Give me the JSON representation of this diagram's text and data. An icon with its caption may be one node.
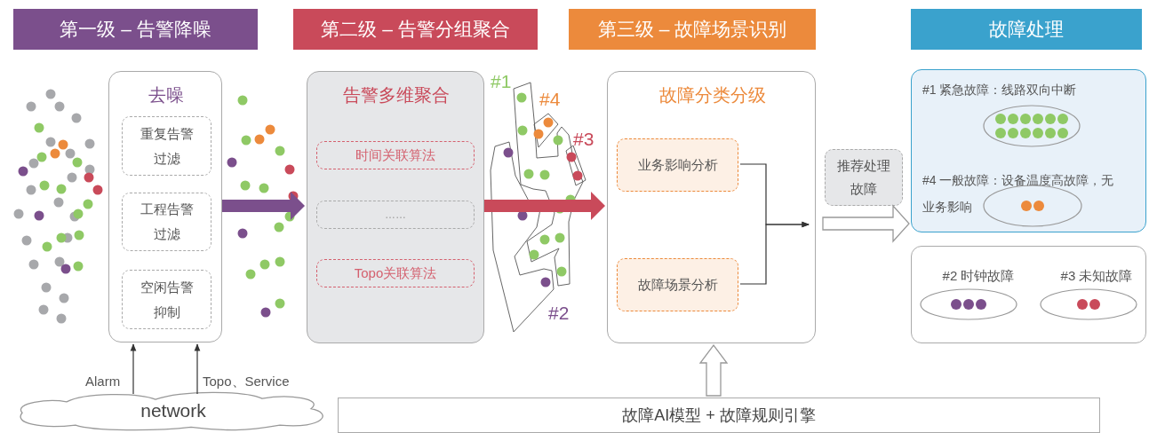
{
  "diagram": {
    "nodes": [
      {
        "text": [
          "第一级 – 告警降噪"
        ]
      },
      {
        "text": [
          "第二级 – 告警分组聚合"
        ]
      },
      {
        "text": [
          "第三级 – 故障场景识别"
        ]
      },
      {
        "text": [
          "故障处理"
        ]
      },
      {
        "text": [
          "去噪"
        ]
      },
      {
        "text": [
          "重复告警过滤"
        ],
        "in": 4
      },
      {
        "text": [
          "工程告警过滤"
        ],
        "in": 4
      },
      {
        "text": [
          "空闲告警抑制"
        ],
        "in": 4
      },
      {
        "text": [
          "告警多维聚合"
        ]
      },
      {
        "text": [
          "时间关联算法"
        ],
        "in": 8
      },
      {
        "text": [
          "……"
        ],
        "in": 8
      },
      {
        "text": [
          "Topo关联算法"
        ],
        "in": 8
      },
      {
        "text": [
          "故障分类分级"
        ]
      },
      {
        "text": [
          "业务影响分析"
        ],
        "in": 12
      },
      {
        "text": [
          "故障场景分析"
        ],
        "in": 12
      },
      {
        "text": [
          "推荐处理故障"
        ]
      },
      {
        "text": [
          "#1 紧急故障：线路双向中断",
          "#4 一般故障：设备温度高故障，无业务影响"
        ]
      },
      {
        "text": [
          "#2 时钟故障",
          "#3 未知故障"
        ]
      },
      {
        "text": [
          "network"
        ]
      },
      {
        "text": [
          "故障AI模型 + 故障规则引擎"
        ]
      }
    ],
    "edges": [
      {
        "from": 18,
        "to": 4,
        "arrow": "to",
        "label": "Alarm"
      },
      {
        "from": 18,
        "to": 4,
        "arrow": "to",
        "label": "Topo、Service"
      },
      {
        "from": 4,
        "to": 8,
        "arrow": "to",
        "style": "thick",
        "color": "#7b4f8c"
      },
      {
        "from": 8,
        "to": 12,
        "arrow": "to",
        "style": "thick",
        "color": "#c94a5a"
      },
      {
        "from": 13,
        "to": null,
        "arrow": "to"
      },
      {
        "from": 14,
        "to": null,
        "arrow": "to"
      },
      {
        "from": 12,
        "to": 16,
        "arrow": "to",
        "style": "thick"
      },
      {
        "from": 19,
        "to": 12,
        "arrow": "to",
        "style": "thick"
      }
    ],
    "labels": [
      "#1",
      "#4",
      "#3",
      "#2"
    ]
  }
}
